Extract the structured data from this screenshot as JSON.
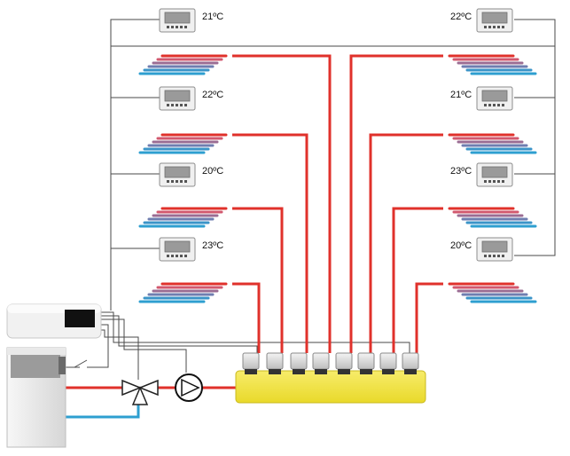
{
  "colors": {
    "supply": "#e0312b",
    "return": "#2e9fd0",
    "wire": "#4a4a4a",
    "manifold": "#f2e33a",
    "thermostat_body": "#f0f0f0",
    "thermostat_screen": "#9a9a9a"
  },
  "thermostats": [
    {
      "label": "21ºC",
      "side": "left"
    },
    {
      "label": "22ºC",
      "side": "right"
    },
    {
      "label": "22ºC",
      "side": "left"
    },
    {
      "label": "21ºC",
      "side": "right"
    },
    {
      "label": "20ºC",
      "side": "left"
    },
    {
      "label": "23ºC",
      "side": "right"
    },
    {
      "label": "23ºC",
      "side": "left"
    },
    {
      "label": "20ºC",
      "side": "right"
    }
  ],
  "components": {
    "controller": "controller-unit",
    "boiler": "boiler",
    "mixing_valve": "three-way-valve-icon",
    "pump": "circulation-pump-icon",
    "manifold": "manifold",
    "actuators_count": 8,
    "heating_loops_count": 8
  }
}
